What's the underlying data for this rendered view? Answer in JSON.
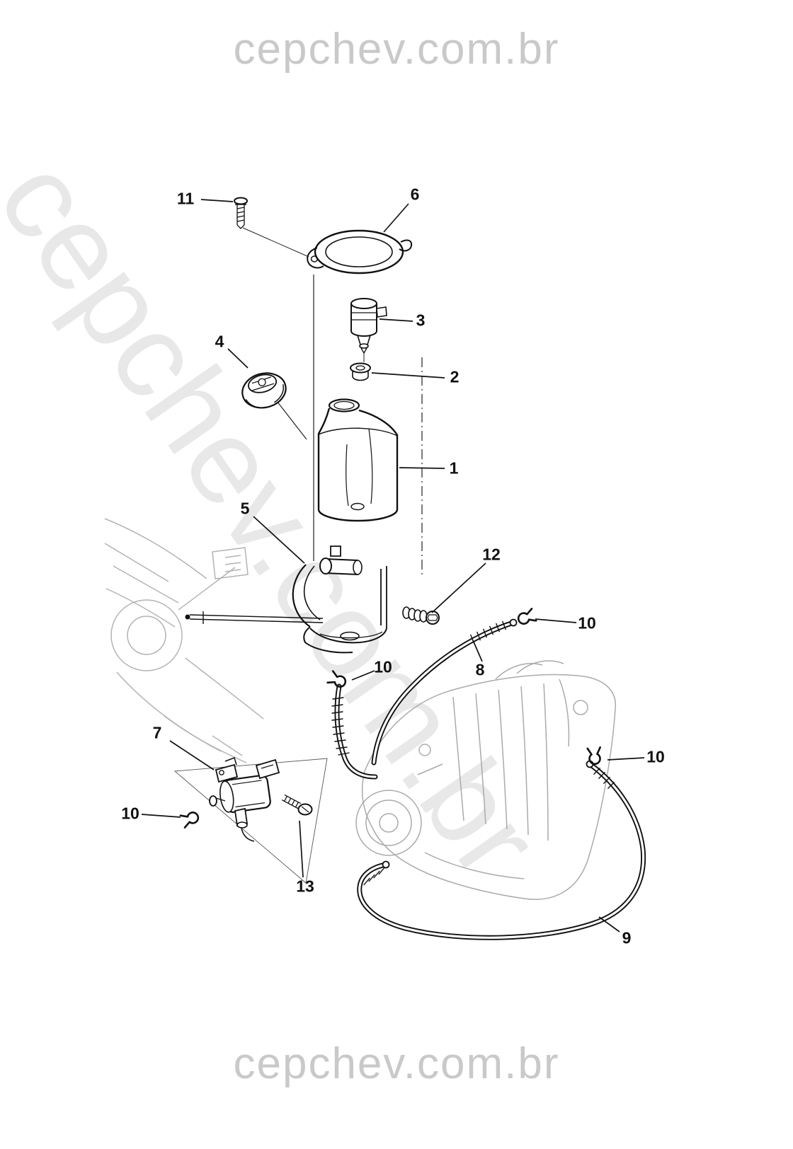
{
  "watermarks": {
    "top": "cepchev.com.br",
    "bottom": "cepchev.com.br",
    "diagonal": "cepchev.com.br"
  },
  "callouts": [
    {
      "label": "11"
    },
    {
      "label": "6"
    },
    {
      "label": "3"
    },
    {
      "label": "4"
    },
    {
      "label": "2"
    },
    {
      "label": "1"
    },
    {
      "label": "5"
    },
    {
      "label": "12"
    },
    {
      "label": "10"
    },
    {
      "label": "8"
    },
    {
      "label": "10"
    },
    {
      "label": "10"
    },
    {
      "label": "7"
    },
    {
      "label": "10"
    },
    {
      "label": "13"
    },
    {
      "label": "9"
    }
  ]
}
